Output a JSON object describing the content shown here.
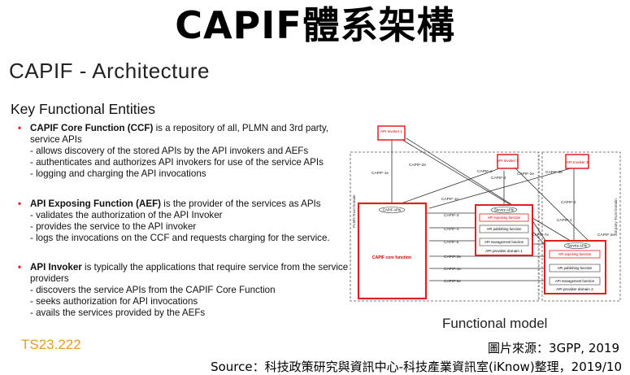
{
  "header": {
    "main_title": "CAPIF體系架構",
    "sub_title": "CAPIF - Architecture"
  },
  "entities_section": {
    "heading": "Key Functional Entities",
    "entities": [
      {
        "term": "CAPIF Core Function (CCF)",
        "rest": " is a repository of all, PLMN and 3rd party, service APIs",
        "points": [
          "- allows discovery of the stored APIs by the API invokers and AEFs",
          "- authenticates and authorizes API invokers for use of the service APIs",
          "- logging and charging the API invocations"
        ]
      },
      {
        "term": "API Exposing Function (AEF)",
        "rest": " is the provider of the services as APIs",
        "points": [
          "- validates the authorization of the API Invoker",
          "- provides the service to the API invoker",
          "- logs the invocations on the CCF and requests charging for the service."
        ]
      },
      {
        "term": "API Invoker",
        "rest": " is typically the applications that require service from the service providers",
        "points": [
          "- discovers the service APIs from the CAPIF Core Function",
          "- seeks authorization for API invocations",
          "- avails the services provided by the AEFs"
        ]
      }
    ],
    "bullet_glyph": "•",
    "spec_ref": "TS23.222"
  },
  "diagram": {
    "caption": "Functional model",
    "invoker_1": "API Invoker 1",
    "invoker_2": "API Invoker 2",
    "invoker_3": "API Invoker 3",
    "plmn_domain": "PLMN Trust Domain",
    "third_party_domain": "3rd party Trust Domain",
    "ccf_label": "CAPIF core function",
    "capif_apis": "CAPIF APIs",
    "service_apis": "Service APIs",
    "aef_1": "API exposing function",
    "publishing_fn": "API publishing function",
    "management_fn": "API management function",
    "provider_domain_1": "API provider domain 1",
    "provider_domain_2": "API provider domain 2",
    "refs": {
      "capif_1e": "CAPIF-1e",
      "capif_2e_top": "CAPIF-2e",
      "capif_1_mid": "CAPIF-1",
      "capif_2_mid": "CAPIF-2",
      "capif_2e_mid": "CAPIF-2e",
      "capif_3e": "CAPIF-3e",
      "capif_1e_b": "CAPIF-1e",
      "capif_2_right": "CAPIF-2",
      "capif_3": "CAPIF-3",
      "capif_4": "CAPIF-4",
      "capif_5": "CAPIF-5",
      "capif_3e_b": "CAPIF-3e",
      "capif_4e": "CAPIF-4e",
      "capif_5e": "CAPIF-5e",
      "capif_7e": "CAPIF-7e",
      "capif_2e_right": "CAPIF-2e",
      "capif_1_right": "CAPIF-1"
    }
  },
  "credits": {
    "image_source": "圖片來源：3GPP, 2019",
    "source": "Source：科技政策研究與資訊中心-科技產業資訊室(iKnow)整理，2019/10"
  },
  "colors": {
    "accent_red": "#e02020",
    "spec_ref_color": "#e0a020"
  }
}
